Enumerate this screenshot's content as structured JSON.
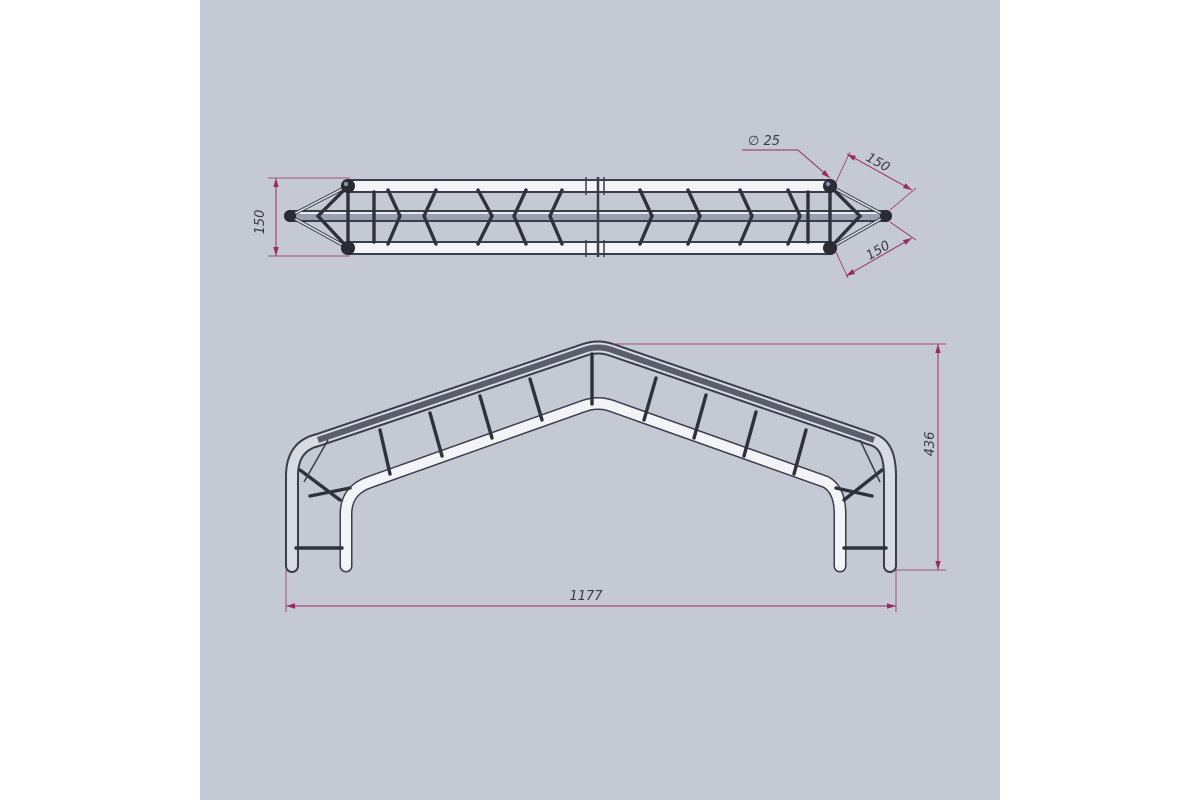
{
  "dimensions": {
    "top_height": "150",
    "diameter": "∅ 25",
    "side_upper": "150",
    "side_lower": "150",
    "total_height": "436",
    "total_width": "1177"
  },
  "colors": {
    "background": "#c4c9d3",
    "dimension_line": "#9a2a62",
    "tube_outline": "#3a3d4a",
    "tube_highlight": "#f3f4f7"
  }
}
